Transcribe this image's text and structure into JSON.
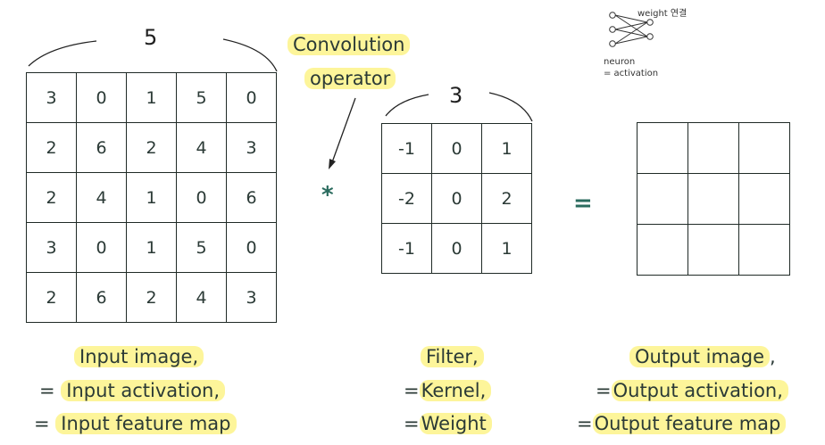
{
  "input": {
    "size_label": "5",
    "matrix": [
      [
        "3",
        "0",
        "1",
        "5",
        "0"
      ],
      [
        "2",
        "6",
        "2",
        "4",
        "3"
      ],
      [
        "2",
        "4",
        "1",
        "0",
        "6"
      ],
      [
        "3",
        "0",
        "1",
        "5",
        "0"
      ],
      [
        "2",
        "6",
        "2",
        "4",
        "3"
      ]
    ],
    "label1": "Input image,",
    "label2": "Input activation,",
    "label3": "Input feature map"
  },
  "operator": {
    "line1": "Convolution",
    "line2": "operator",
    "symbol": "*"
  },
  "filter": {
    "size_label": "3",
    "matrix": [
      [
        "-1",
        "0",
        "1"
      ],
      [
        "-2",
        "0",
        "2"
      ],
      [
        "-1",
        "0",
        "1"
      ]
    ],
    "label1": "Filter,",
    "label2": "Kernel,",
    "label3": "Weight"
  },
  "equals": "=",
  "output": {
    "rows": 3,
    "cols": 3,
    "label1": "Output image",
    "label1_suffix": ",",
    "label2": "Output activation,",
    "label3": "Output feature map"
  },
  "eq_prefix": "=",
  "sketch": {
    "weight_label": "weight 연결",
    "neuron_label": "neuron",
    "activation_label": "= activation"
  },
  "colors": {
    "highlight": "#fdf59a",
    "operator_text": "#2a6b5e",
    "text": "#2b3a36"
  }
}
